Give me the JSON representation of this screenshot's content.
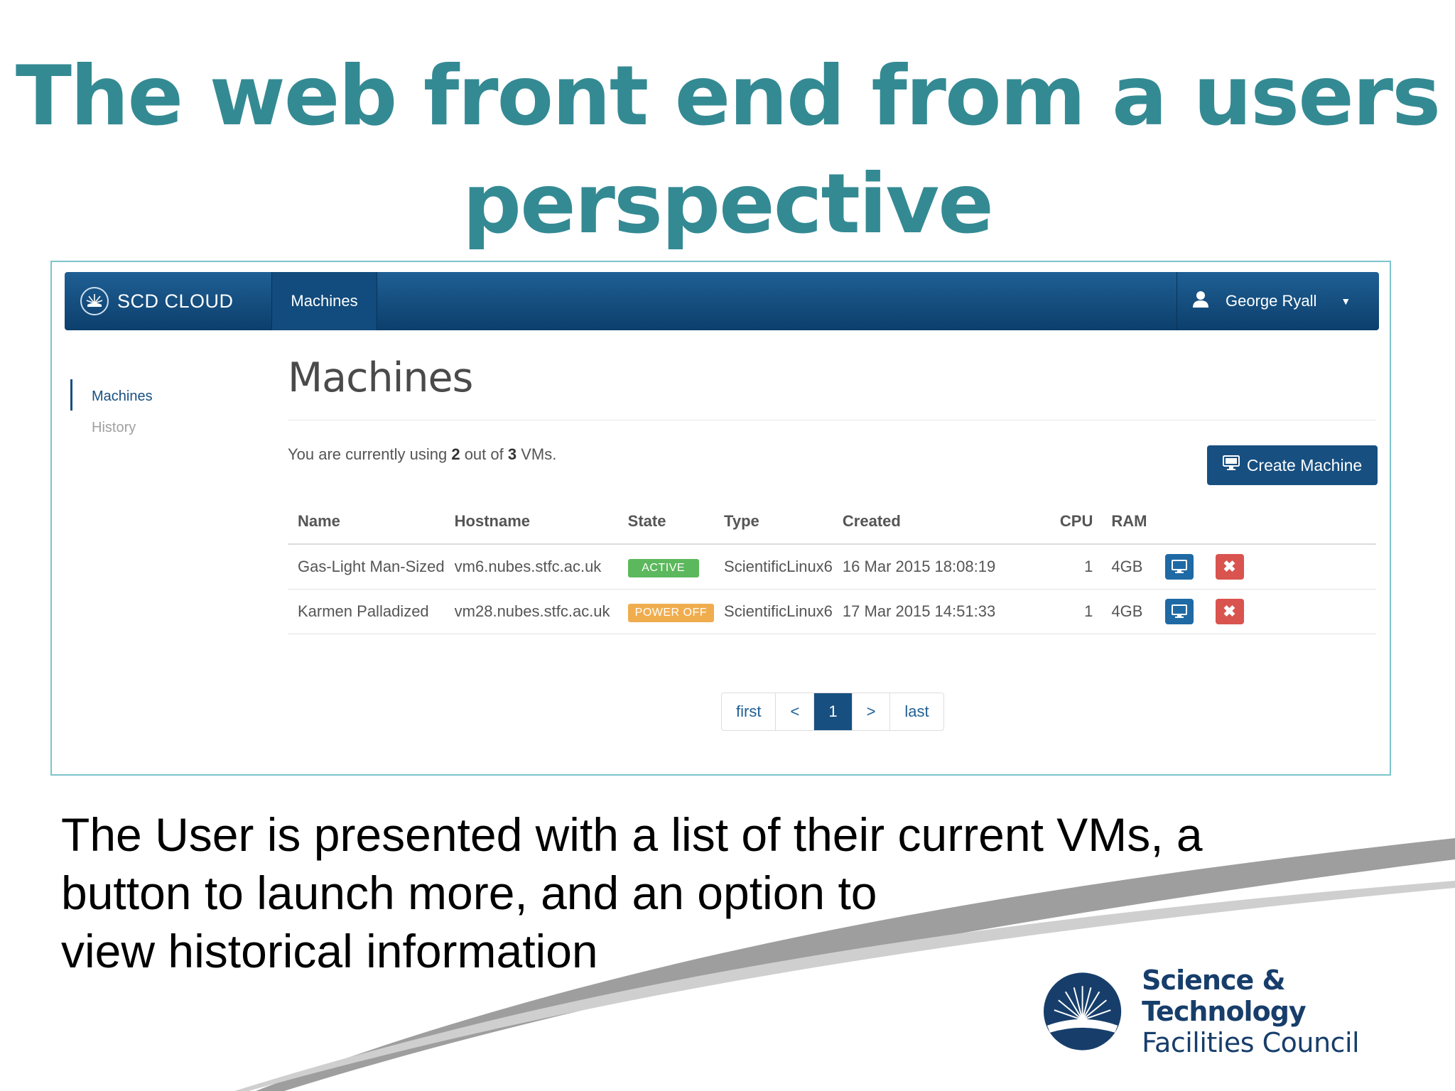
{
  "slide": {
    "title_line1": "The web front end from a users",
    "title_line2": "perspective",
    "caption_line1": "The User is presented with a list of their current VMs, a",
    "caption_line2": "button to launch more, and an option to",
    "caption_line3": "view historical information"
  },
  "navbar": {
    "brand": "SCD CLOUD",
    "tab": "Machines",
    "user": "George Ryall"
  },
  "sidebar": {
    "items": [
      {
        "label": "Machines",
        "active": true
      },
      {
        "label": "History",
        "active": false
      }
    ]
  },
  "main": {
    "heading": "Machines",
    "usage": {
      "prefix": "You are currently using ",
      "used": "2",
      "middle": " out of ",
      "total": "3",
      "suffix": " VMs."
    },
    "create_button": "Create Machine"
  },
  "table": {
    "headers": [
      "Name",
      "Hostname",
      "State",
      "Type",
      "Created",
      "CPU",
      "RAM"
    ],
    "rows": [
      {
        "name": "Gas-Light Man-Sized",
        "hostname": "vm6.nubes.stfc.ac.uk",
        "state": "ACTIVE",
        "type": "ScientificLinux6",
        "created": "16 Mar 2015 18:08:19",
        "cpu": "1",
        "ram": "4GB",
        "console_icon": "monitor-icon",
        "delete_icon": "x-icon"
      },
      {
        "name": "Karmen Palladized",
        "hostname": "vm28.nubes.stfc.ac.uk",
        "state": "POWER OFF",
        "type": "ScientificLinux6",
        "created": "17 Mar 2015 14:51:33",
        "cpu": "1",
        "ram": "4GB",
        "console_icon": "monitor-icon",
        "delete_icon": "x-icon"
      }
    ]
  },
  "pagination": [
    "first",
    "<",
    "1",
    ">",
    "last"
  ],
  "logo": {
    "line1": "Science & Technology",
    "line2": "Facilities Council"
  },
  "colors": {
    "title": "#348a93",
    "navbar": "#174f80",
    "active_badge": "#5cb85c",
    "power_off_badge": "#f0ad4e",
    "delete_button": "#d9534f"
  }
}
